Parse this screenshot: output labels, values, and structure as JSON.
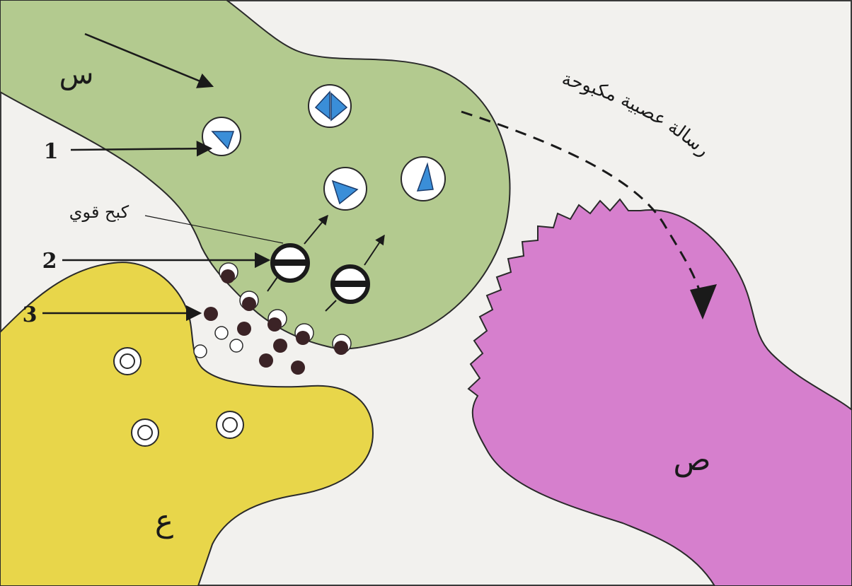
{
  "labels": {
    "region_s": "س",
    "region_sad": "ص",
    "region_ain": "ع",
    "num_1": "1",
    "num_2": "2",
    "num_3": "3",
    "strong_inhibition": "كبح قوي",
    "inhibited_message": "رسالة عصبية مكبوحة"
  },
  "colors": {
    "background": "#f2f1ee",
    "neuron_s": "#b3ca8f",
    "neuron_ain": "#e8d64a",
    "neuron_sad": "#d67fcd",
    "vesicle_fill": "#ffffff",
    "triangle": "#3a8ed8",
    "dark_molecule": "#3b2326",
    "outline": "#2a2a2a"
  }
}
